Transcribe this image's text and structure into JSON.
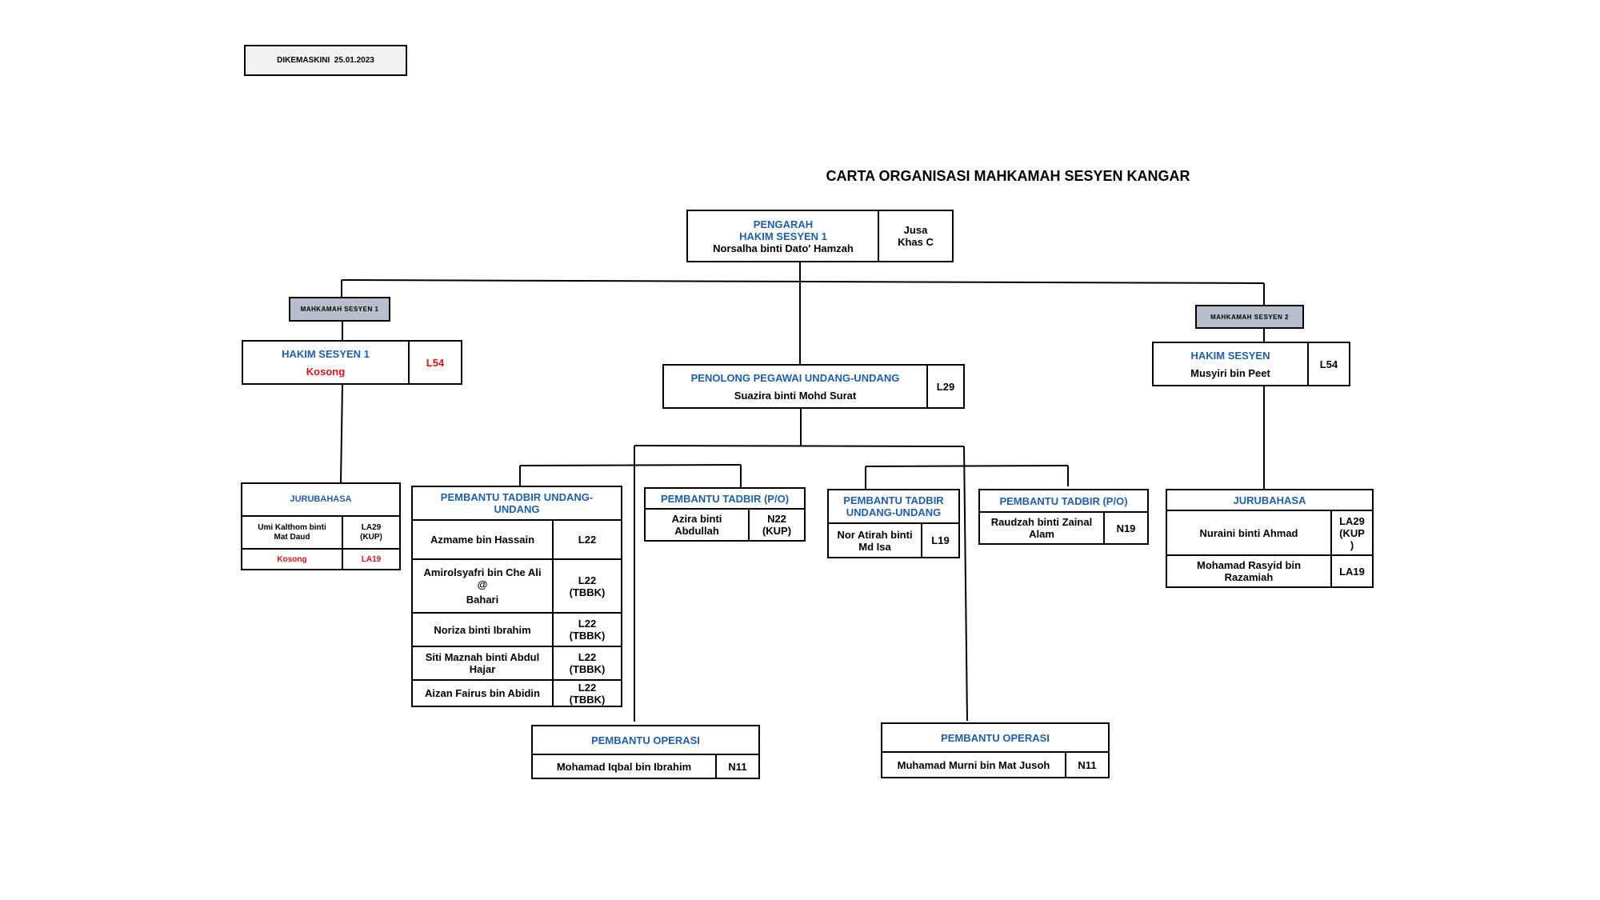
{
  "updated": "DIKEMASKINI  25.01.2023",
  "title": "CARTA ORGANISASI MAHKAMAH SESYEN KANGAR",
  "colors": {
    "heading_blue": "#1f5fa6",
    "vacant_red": "#d1141b",
    "tag_grey": "#b8bfcc"
  },
  "director": {
    "role1": "PENGARAH",
    "role2": "HAKIM SESYEN 1",
    "name": "Norsalha binti Dato' Hamzah",
    "grade": "Jusa Khas C"
  },
  "court1": {
    "tag": "MAHKAMAH SESYEN 1",
    "judge": {
      "role": "HAKIM SESYEN 1",
      "name": "Kosong",
      "grade": "L54"
    },
    "interpreter": {
      "heading": "JURUBAHASA",
      "rows": [
        {
          "name": "Umi Kalthom binti Mat Daud",
          "grade": "LA29 (KUP)"
        },
        {
          "name": "Kosong",
          "grade": "LA19"
        }
      ]
    }
  },
  "court2": {
    "tag": "MAHKAMAH SESYEN 2",
    "judge": {
      "role": "HAKIM SESYEN",
      "name": "Musyiri bin Peet",
      "grade": "L54"
    },
    "interpreter": {
      "heading": "JURUBAHASA",
      "rows": [
        {
          "name": "Nuraini binti Ahmad",
          "grade": "LA29 (KUP )"
        },
        {
          "name": "Mohamad Rasyid bin Razamiah",
          "grade": "LA19"
        }
      ]
    }
  },
  "legal_officer": {
    "role": "PENOLONG PEGAWAI UNDANG-UNDANG",
    "name": "Suazira binti Mohd Surat",
    "grade": "L29"
  },
  "admin_legal": {
    "heading": "PEMBANTU TADBIR UNDANG-UNDANG",
    "rows": [
      {
        "name": "Azmame bin Hassain",
        "grade": "L22"
      },
      {
        "name_line1": "Amirolsyafri bin Che Ali",
        "name_line2": "@",
        "name_line3": "Bahari",
        "grade": "L22 (TBBK)"
      },
      {
        "name": "Noriza binti Ibrahim",
        "grade": "L22 (TBBK)"
      },
      {
        "name": "Siti Maznah binti Abdul Hajar",
        "grade": "L22 (TBBK)"
      },
      {
        "name": "Aizan Fairus bin Abidin",
        "grade": "L22 (TBBK)"
      }
    ]
  },
  "admin_po1": {
    "heading": "PEMBANTU TADBIR (P/O)",
    "name": "Azira binti Abdullah",
    "grade": "N22 (KUP)"
  },
  "admin_legal2": {
    "heading": "PEMBANTU TADBIR UNDANG-UNDANG",
    "name": "Nor Atirah binti Md Isa",
    "grade": "L19"
  },
  "admin_po2": {
    "heading": "PEMBANTU TADBIR (P/O)",
    "name": "Raudzah binti Zainal Alam",
    "grade": "N19"
  },
  "ops1": {
    "heading": "PEMBANTU OPERASI",
    "name": "Mohamad Iqbal bin Ibrahim",
    "grade": "N11"
  },
  "ops2": {
    "heading": "PEMBANTU OPERASI",
    "name": "Muhamad Murni bin Mat Jusoh",
    "grade": "N11"
  }
}
